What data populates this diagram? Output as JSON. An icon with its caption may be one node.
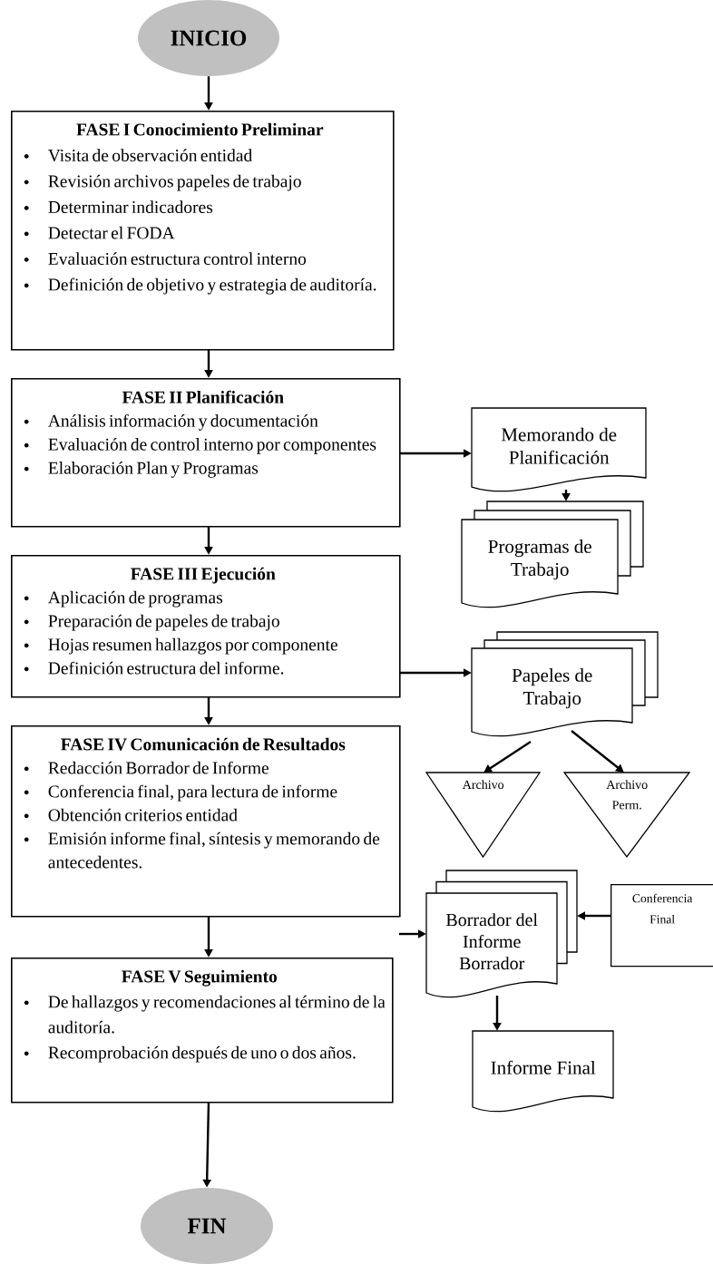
{
  "diagram": {
    "nodes": [
      {
        "text": [
          "INICIO"
        ]
      },
      {
        "text": [
          "FASE I Conocimiento Preliminar",
          "Visita de observación entidad",
          "Revisión archivos papeles de trabajo",
          "Determinar indicadores",
          "Detectar el FODA",
          "Evaluación estructura control interno",
          "Definición de objetivo y estrategia de auditoría."
        ]
      },
      {
        "text": [
          "FASE II Planificación",
          "Análisis información y documentación",
          "Evaluación de control interno por componentes",
          "Elaboración Plan y Programas"
        ]
      },
      {
        "text": [
          "Memorando de Planificación"
        ]
      },
      {
        "text": [
          "Programas de Trabajo"
        ]
      },
      {
        "text": [
          "FASE III Ejecución",
          "Aplicación de programas",
          "Preparación de papeles de trabajo",
          "Hojas resumen hallazgos por componente",
          "Definición estructura del informe."
        ]
      },
      {
        "text": [
          "Papeles de Trabajo"
        ]
      },
      {
        "text": [
          "Archivo"
        ]
      },
      {
        "text": [
          "Archivo Perm."
        ]
      },
      {
        "text": [
          "FASE IV Comunicación de Resultados",
          "Redacción Borrador de Informe",
          "Conferencia final, para lectura de informe",
          "Obtención criterios entidad",
          "Emisión informe final, síntesis y memorando de antecedentes."
        ]
      },
      {
        "text": [
          "Borrador del Informe Borrador"
        ]
      },
      {
        "text": [
          "Conferencia Final"
        ]
      },
      {
        "text": [
          "Informe Final"
        ]
      },
      {
        "text": [
          "FASE V Seguimiento",
          "De hallazgos y recomendaciones al término de la auditoría.",
          "Recomprobación después de uno o dos años."
        ]
      },
      {
        "text": [
          "FIN"
        ]
      }
    ],
    "edges": [
      {
        "from": 0,
        "to": 1,
        "arrow": "to"
      },
      {
        "from": 1,
        "to": 2,
        "arrow": "to"
      },
      {
        "from": 2,
        "to": 3,
        "arrow": "to"
      },
      {
        "from": 3,
        "to": 4,
        "arrow": "to"
      },
      {
        "from": 2,
        "to": 5,
        "arrow": "to"
      },
      {
        "from": 5,
        "to": 6,
        "arrow": "to"
      },
      {
        "from": 6,
        "to": 7,
        "arrow": "to"
      },
      {
        "from": 6,
        "to": 8,
        "arrow": "to"
      },
      {
        "from": 5,
        "to": 9,
        "arrow": "to"
      },
      {
        "from": 9,
        "to": 10,
        "arrow": "to"
      },
      {
        "from": 11,
        "to": 10,
        "arrow": "to"
      },
      {
        "from": 10,
        "to": 12,
        "arrow": "to"
      },
      {
        "from": 9,
        "to": 13,
        "arrow": "to"
      },
      {
        "from": 13,
        "to": 14,
        "arrow": "to"
      }
    ]
  }
}
